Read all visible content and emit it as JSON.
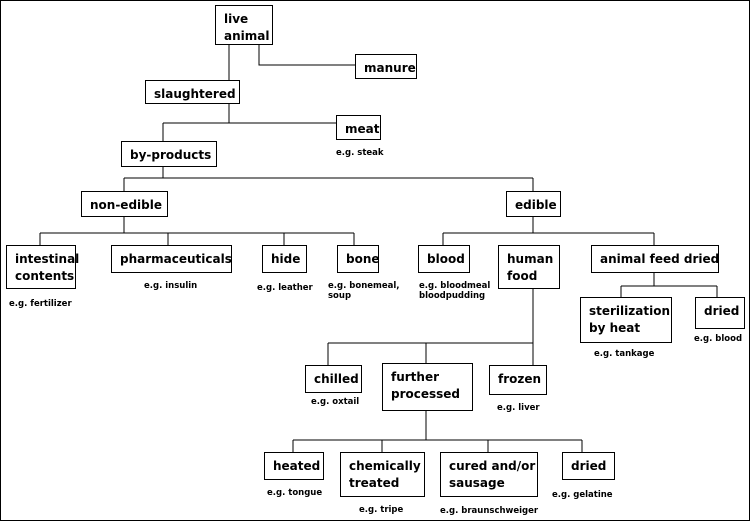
{
  "nodes": {
    "live_animal": "live\nanimal",
    "manure": "manure",
    "slaughtered": "slaughtered",
    "meat": "meat",
    "by_products": "by-products",
    "non_edible": "non-edible",
    "edible": "edible",
    "intestinal_contents": "intestinal\ncontents",
    "pharmaceuticals": "pharmaceuticals",
    "hide": "hide",
    "bone": "bone",
    "blood": "blood",
    "human_food": "human\nfood",
    "animal_feed_dried": "animal feed dried",
    "sterilization_by_heat": "sterilization\nby heat",
    "dried_feed": "dried",
    "chilled": "chilled",
    "further_processed": "further\nprocessed",
    "frozen": "frozen",
    "heated": "heated",
    "chemically_treated": "chemically\ntreated",
    "cured_sausage": "cured and/or\nsausage",
    "dried_food": "dried"
  },
  "examples": {
    "meat": "e.g. steak",
    "intestinal_contents": "e.g. fertilizer",
    "pharmaceuticals": "e.g. insulin",
    "hide": "e.g. leather",
    "bone": "e.g. bonemeal,\nsoup",
    "blood": "e.g. bloodmeal\nbloodpudding",
    "sterilization_by_heat": "e.g. tankage",
    "dried_feed": "e.g. blood",
    "chilled": "e.g. oxtail",
    "frozen": "e.g. liver",
    "heated": "e.g. tongue",
    "chemically_treated": "e.g. tripe",
    "cured_sausage": "e.g. braunschweiger",
    "dried_food": "e.g. gelatine"
  }
}
